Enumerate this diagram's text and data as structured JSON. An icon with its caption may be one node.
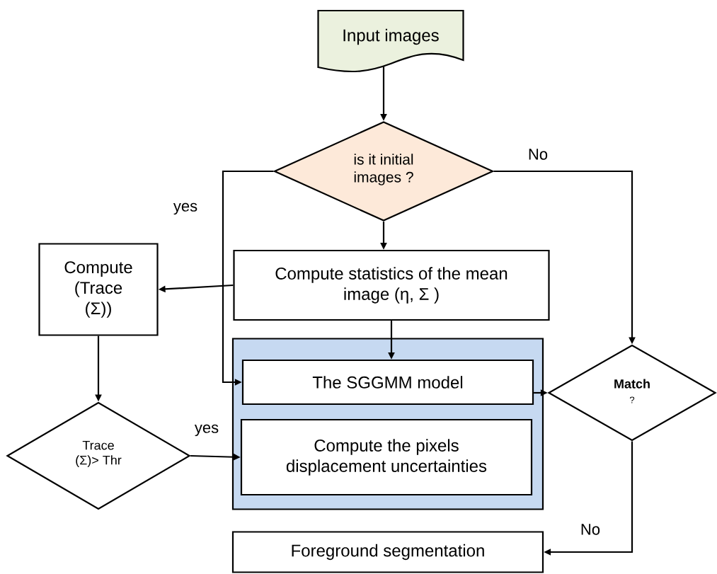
{
  "diagram": {
    "nodes": [
      {
        "text": [
          "Input images"
        ]
      },
      {
        "text": [
          "is it initial images ?"
        ]
      },
      {
        "text": [
          "Compute statistics of the mean image (η, Σ )"
        ]
      },
      {
        "text": [
          "Compute (Trace (Σ))"
        ]
      },
      {
        "text": [],
        "shape": "box"
      },
      {
        "text": [
          "The SGGMM model"
        ],
        "in": 4
      },
      {
        "text": [
          "Compute the pixels displacement uncertainties"
        ],
        "in": 4
      },
      {
        "text": [
          "Trace (Σ)> Thr"
        ]
      },
      {
        "text": [
          "Match",
          "?"
        ]
      },
      {
        "text": [
          "Foreground segmentation"
        ]
      }
    ],
    "edges": [
      {
        "from": 0,
        "to": 1,
        "arrow": "to"
      },
      {
        "from": 1,
        "to": 2,
        "arrow": "to"
      },
      {
        "from": 1,
        "to": 5,
        "arrow": "to",
        "label": "yes"
      },
      {
        "from": 1,
        "to": 8,
        "arrow": "to",
        "label": "No"
      },
      {
        "from": 2,
        "to": 3,
        "arrow": "to"
      },
      {
        "from": 2,
        "to": 5,
        "arrow": "to"
      },
      {
        "from": 3,
        "to": 7,
        "arrow": "to"
      },
      {
        "from": 7,
        "to": 6,
        "arrow": "to",
        "label": "yes"
      },
      {
        "from": 5,
        "to": 8,
        "arrow": "to"
      },
      {
        "from": 8,
        "to": 9,
        "arrow": "to",
        "label": "No"
      }
    ]
  }
}
